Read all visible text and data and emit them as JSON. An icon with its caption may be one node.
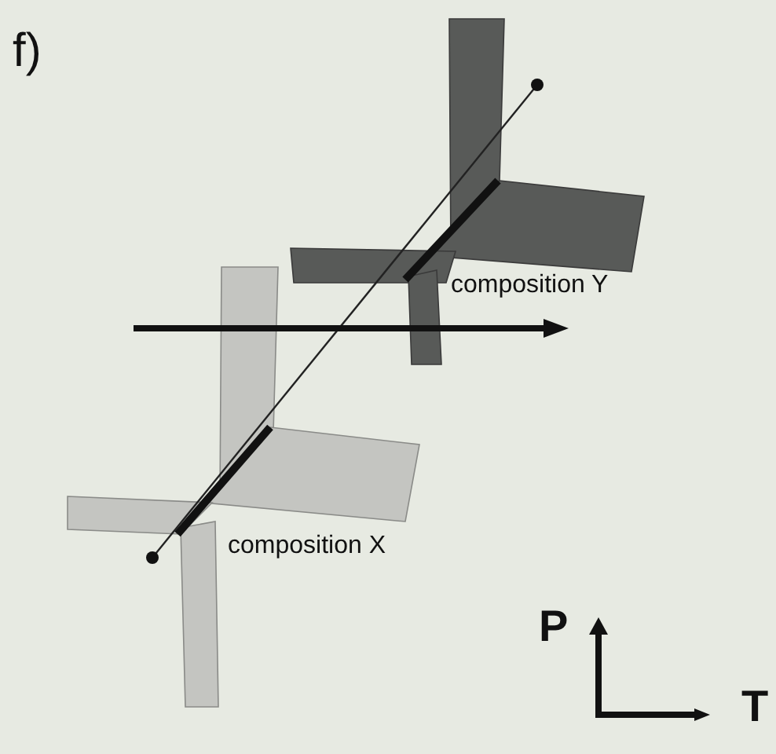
{
  "diagram": {
    "labels": [
      "f)",
      "composition Y",
      "composition X",
      "P",
      "T"
    ]
  }
}
